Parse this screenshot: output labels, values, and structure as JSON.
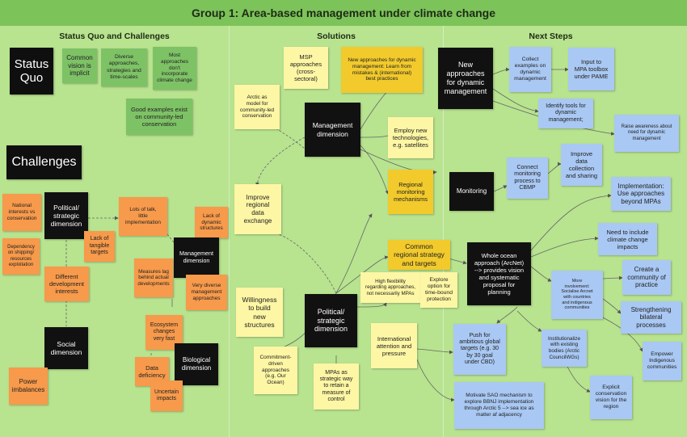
{
  "title": "Group 1: Area-based management under climate change",
  "columns": {
    "status": "Status Quo and Challenges",
    "solutions": "Solutions",
    "next": "Next Steps"
  },
  "notes": {
    "status_quo": "Status\nQuo",
    "common_vision": "Common\nvision is\nimplicit",
    "diverse_approaches": "Diverse\napproaches,\nstrategies and\ntime-scales",
    "most_approaches": "Most\napproaches\ndon't\nincorporate\nclimate change",
    "good_examples": "Good examples exist\non community-led\nconservation",
    "challenges": "Challenges",
    "national_interests": "National\ninterests vs\nconservation",
    "political_strategic_left": "Political/\nstrategic\ndimension",
    "lots_of_talk": "Lots of talk,\nlittle\nimplementation",
    "lack_dynamic": "Lack of\ndynamic\nstructures",
    "dependency_shipping": "Dependency\non shipping/\nresources\nexploitation",
    "lack_tangible": "Lack of\ntangible\ntargets",
    "management_dim_left": "Management\ndimension",
    "different_dev": "Different\ndevelopment\ninterests",
    "measures_lag": "Measures lag\nbehind actual\ndevelopments",
    "very_diverse_mgmt": "Very diverse\nmanagement\napproaches",
    "ecosystem_changes": "Ecosystem\nchanges\nvery fast",
    "social_dim": "Social\ndimension",
    "data_deficiency": "Data\ndeficiency",
    "biological_dim": "Biological\ndimension",
    "power_imbalances": "Power\nimbalances",
    "uncertain_impacts": "Uncertain\nimpacts",
    "msp_approaches": "MSP\napproaches\n(cross-\nsectoral)",
    "new_approaches_dynamic": "New approaches for dynamic\nmanagement: Learn from\nmistakes & (international)\nbest practices",
    "arctic_model": "Arctic as\nmodel for\ncommunity-led\nconservation",
    "management_dim_mid": "Management\ndimension",
    "employ_tech": "Employ new\ntechnologies,\ne.g. satellites",
    "improve_regional": "Improve\nregional\ndata\nexchange",
    "regional_monitoring": "Regional\nmonitoring\nmechanisms",
    "common_regional": "Common\nregional strategy\nand targets",
    "willingness": "Willingness\nto build\nnew\nstructures",
    "high_flexibility": "High flexibility\nregarding approaches,\nnot necessarily MPAs",
    "explore_option": "Explore\noption for\ntime-bound\nprotection",
    "political_strategic_mid": "Political/\nstrategic\ndimension",
    "international_attention": "International\nattention and\npressure",
    "commitment_driven": "Commitment-\ndriven\napproaches\n(e.g. Our\nOcean)",
    "mpas_strategic": "MPAs as\nstrategic way\nto retain a\nmeasure of\ncontrol",
    "new_approaches_big": "New\napproaches\nfor dynamic\nmanagement",
    "collect_examples": "Collect\nexamples on\ndynamic\nmanagement",
    "input_mpa": "Input to\nMPA toolbox\nunder PAME",
    "identify_tools": "Identify tools for\ndynamic\nmanagement;",
    "raise_awareness": "Raise awareness about\nneed for dynamic\nmanagement",
    "monitoring": "Monitoring",
    "connect_monitoring": "Connect\nmonitoring\nprocess to\nCBMP",
    "improve_data": "Improve\ndata\ncollection\nand sharing",
    "implementation": "Implementation:\nUse approaches\nbeyond MPAs",
    "need_include": "Need to include\nclimate change\nimpacts",
    "whole_ocean": "Whole ocean\napproach (ArcNet)\n--> provides vision\nand systematic\nproposal for\nplanning",
    "more_involvement": "More\ninvolvement:\nSocialise Arcnet\nwith countries\nand indigenous\ncommunities",
    "create_community": "Create a\ncommunity of\npractice",
    "strengthening": "Strengthening\nbilateral\nprocesses",
    "push_global": "Push for\nambitious global\ntargets (e.g. 30\nby 30 goal\nunder CBD)",
    "institutionalize": "Institutionalize\nwith existing\nbodies (Arctic\nCouncilWGs)",
    "empower_indigenous": "Empower\nIndigenous\ncommunities",
    "explicit_conservation": "Explicit\nconservation\nvision for the\nregion",
    "motivate_sao": "Motivate SAO mechanism to\nexplore BBNJ implementation\nthrough Arctic 5 --> sea ice as\nmatter af adjacency"
  }
}
